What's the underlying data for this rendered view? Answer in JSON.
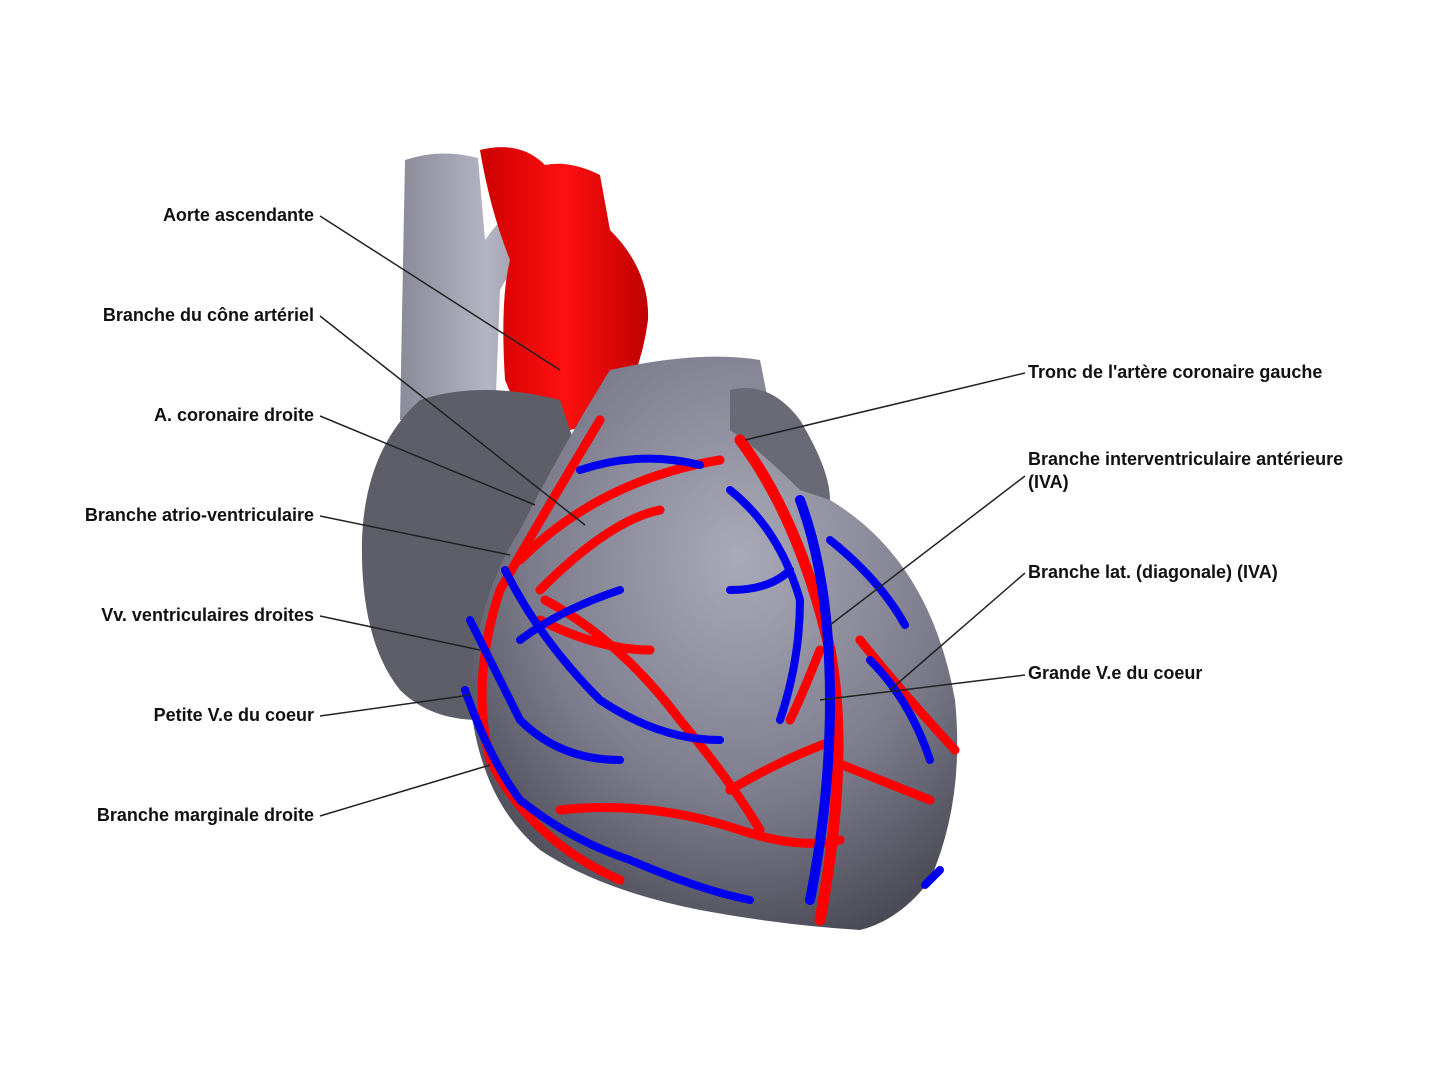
{
  "labels_left": [
    "Aorte ascendante",
    "Branche du cône artériel",
    "A. coronaire droite",
    "Branche atrio-ventriculaire",
    "Vv. ventriculaires droites",
    "Petite V.e du coeur",
    "Branche marginale droite"
  ],
  "labels_right": [
    "Tronc de l'artère coronaire gauche",
    "Branche interventriculaire antérieure",
    "(IVA)",
    "Branche lat. (diagonale) (IVA)",
    "Grande V.e du coeur"
  ],
  "colors": {
    "artery": "#ff0000",
    "vein": "#0000ee",
    "heart": "#7a7a8a"
  }
}
